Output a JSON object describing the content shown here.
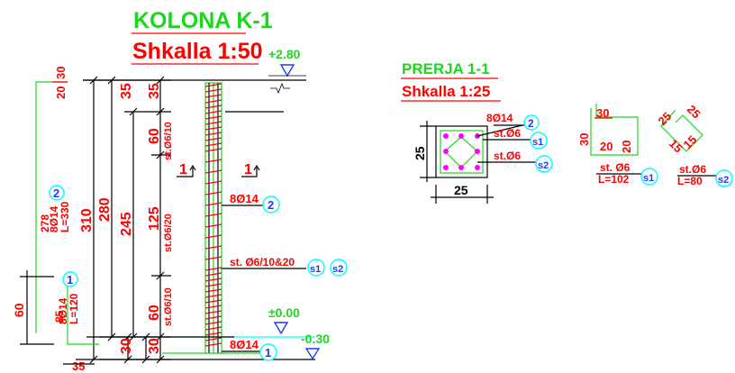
{
  "colors": {
    "title": "#1ed61e",
    "dimension": "#ff0000",
    "marker": "#1a3cff",
    "circle": "#00ffff",
    "stirrup": "#ff00ff"
  },
  "column": {
    "title": "KOLONA K-1",
    "scale": "Shkalla 1:50",
    "top_level": "+2.80",
    "zero_level": "±0.00",
    "bottom_level": "-0.30",
    "section_cut": "1",
    "dims": {
      "d30_top": "30",
      "d20": "20",
      "d35_a": "35",
      "d35_b": "35",
      "d60_upper": "60",
      "d125": "125",
      "d60_lower": "60",
      "d310": "310",
      "d280": "280",
      "d245": "245",
      "d30_a": "30",
      "d30_b": "30",
      "d60_left": "60",
      "d85": "85",
      "d35_bottom": "35"
    },
    "stirrups_upper": "st.Ø6/10",
    "stirrups_middle": "st.Ø6/20",
    "stirrups_lower": "st.Ø6/10",
    "bar_count_2": "278",
    "bar2_spec": "8Ø14",
    "bar2_len": "L=330",
    "bar1_spec": "8Ø14",
    "bar1_len": "L=120",
    "callout_bar2": "8Ø14",
    "callout_stirrups": "st. Ø6/10&20",
    "callout_bar1": "8Ø14",
    "marker_1": "1",
    "marker_2": "2",
    "marker_s1": "s1",
    "marker_s2": "s2"
  },
  "section": {
    "title": "PRERJA 1-1",
    "scale": "Shkalla 1:25",
    "bar_spec": "8Ø14",
    "stirrup_s1": "st.Ø6",
    "stirrup_s2": "st.Ø6",
    "dim_vertical": "25",
    "dim_horizontal": "25",
    "marker_2": "2",
    "marker_s1": "s1",
    "marker_s2": "s2"
  },
  "stirrup_details": {
    "s1": {
      "d30_top": "30",
      "d30_left": "30",
      "d20_a": "20",
      "d20_b": "20",
      "spec": "st. Ø6",
      "length": "L=102",
      "marker": "s1"
    },
    "s2": {
      "d25_a": "25",
      "d25_b": "25",
      "d15_a": "15",
      "d15_b": "15",
      "spec": "st.Ø6",
      "length": "L=80",
      "marker": "s2"
    }
  }
}
